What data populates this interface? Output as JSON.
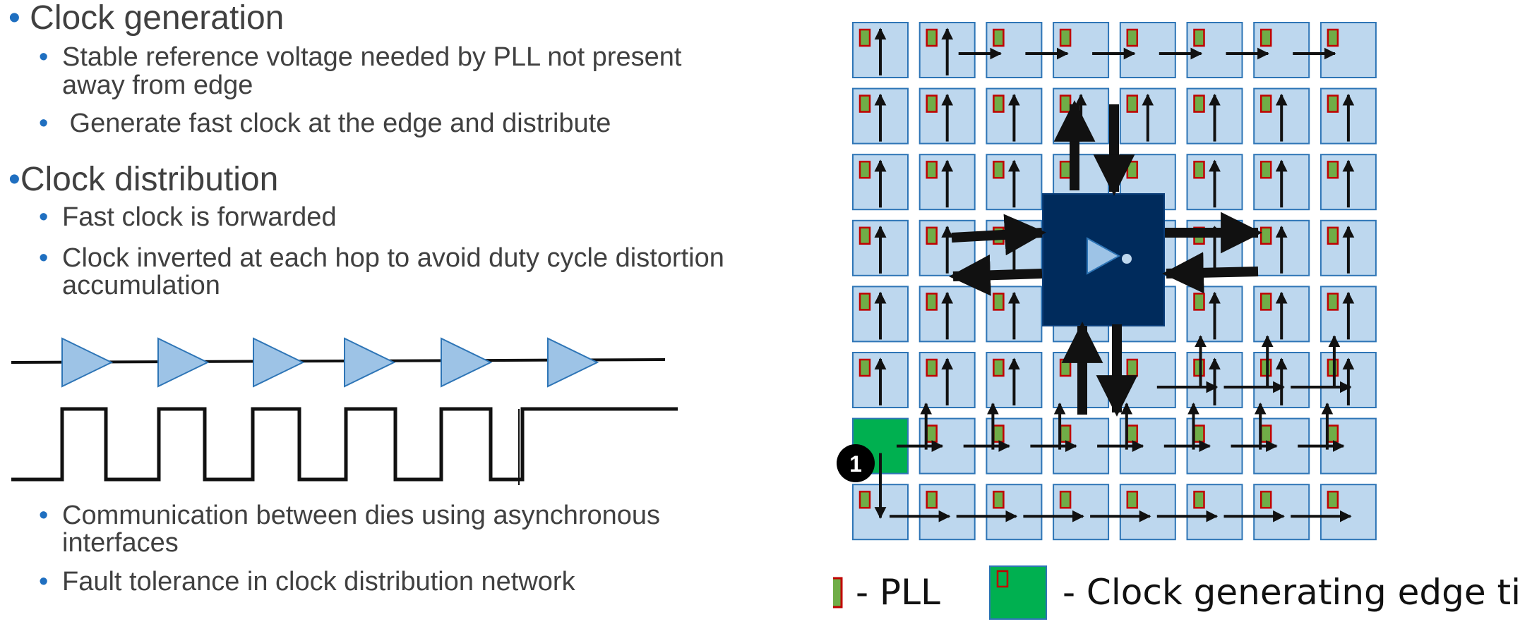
{
  "bullets": {
    "clock_generation": {
      "heading": "Clock generation",
      "items": [
        [
          "Stable reference voltage needed by PLL not present",
          "away from edge"
        ],
        [
          " Generate fast clock at the edge and distribute"
        ]
      ]
    },
    "clock_distribution": {
      "heading": "Clock distribution",
      "items": [
        [
          "Fast clock is forwarded"
        ],
        [
          "Clock inverted at each hop to avoid duty cycle distortion",
          "accumulation"
        ]
      ]
    },
    "notes": {
      "items": [
        [
          "Communication between dies using asynchronous",
          "interfaces"
        ],
        [
          "Fault tolerance in clock distribution network"
        ]
      ]
    }
  },
  "marker": {
    "label": "1"
  },
  "legend": {
    "pll": "- PLL",
    "edge_tile": "- Clock generating edge tile"
  },
  "colors": {
    "tile": "#bdd7ee",
    "tile_border": "#2e75b6",
    "pll_fill": "#70ad47",
    "pll_border": "#c00000",
    "edge_tile": "#00b050",
    "center_block": "#002b5c",
    "buffer": "#9dc3e6",
    "text": "#404040",
    "bullet": "#1f6fc0"
  },
  "icons": {
    "buffer": "buffer-triangle-icon",
    "inverter": "inverter-icon",
    "arrow": "arrow-icon"
  }
}
